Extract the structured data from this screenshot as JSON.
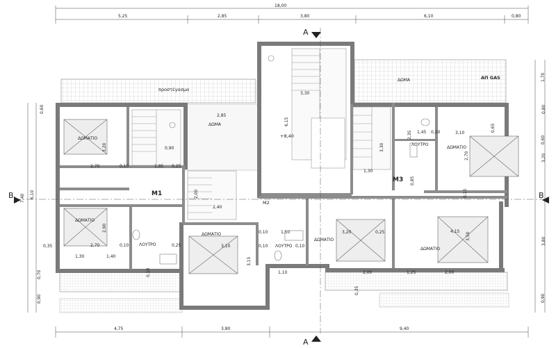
{
  "top_dims": {
    "total": "18,00",
    "segments": [
      "5,25",
      "2,85",
      "3,80",
      "6,10",
      "0,80"
    ]
  },
  "bottom_dims": {
    "segments": [
      "4,75",
      "3,80",
      "9,40"
    ]
  },
  "left_dims": [
    "0,60",
    "7,40",
    "6,10",
    "0,35",
    "0,70",
    "0,90"
  ],
  "right_dims": [
    "0,80",
    "1,70",
    "0,60",
    "3,20",
    "3,80",
    "0,90"
  ],
  "section_markers": {
    "a_top": "A",
    "a_bottom": "A",
    "b_left": "B",
    "b_right": "B"
  },
  "labels": {
    "prostegasma": "προστέγασμα",
    "dwma_left": "ΔΩΜΑ",
    "dwma_right": "ΔΩΜΑ",
    "ap_gas": "ΑΠ GAS",
    "m1": "M1",
    "m2": "M2",
    "m3": "M3",
    "level": "+8,40",
    "stair_height": "6,15",
    "stair_top": "3,30",
    "dwma_left_dim": "2,85"
  },
  "rooms": {
    "bed1": {
      "name": "ΔΩΜΑΤΙΟ",
      "w": "2,70",
      "h": "3,20"
    },
    "bed2": {
      "name": "ΔΩΜΑΤΙΟ",
      "w": "2,70",
      "h": "2,90"
    },
    "bed3": {
      "name": "ΔΩΜΑΤΙΟ",
      "w": "3,10",
      "h": "3,15"
    },
    "bed4": {
      "name": "ΔΩΜΑΤΙΟ",
      "w": "3,20",
      "h": "0,25"
    },
    "bed5": {
      "name": "ΔΩΜΑΤΙΟ",
      "w": "4,15",
      "h": "3,50"
    },
    "bed6": {
      "name": "ΔΩΜΑΤΙΟ",
      "w": "3,10",
      "h": "2,70"
    },
    "bath1": {
      "name": "ΛΟΥΤΡΟ"
    },
    "bath2": {
      "name": "ΛΟΥΤΡΟ"
    },
    "bath3": {
      "name": "ΛΟΥΤΡΟ"
    }
  },
  "inner_dims": {
    "d010a": "0,10",
    "d195": "1,95",
    "d025a": "0,25",
    "d010b": "0,10",
    "d025b": "0,25",
    "d200": "2,00",
    "d130": "1,30",
    "d140": "1,40",
    "d145": "1,45",
    "d010c": "0,10",
    "d010d": "0,10",
    "d150": "1,50",
    "d010e": "0,10",
    "d010f": "0,10",
    "d330": "3,30",
    "d235": "2,35",
    "d130b": "1,30",
    "d090": "0,90",
    "d065": "0,65",
    "d085": "0,85",
    "d010g": "0,10",
    "d240": "2,40",
    "d200b": "2,00",
    "d125": "1,25",
    "d200c": "2,00",
    "d010h": "0,10",
    "d035": "0,35",
    "d110": "1,10"
  }
}
